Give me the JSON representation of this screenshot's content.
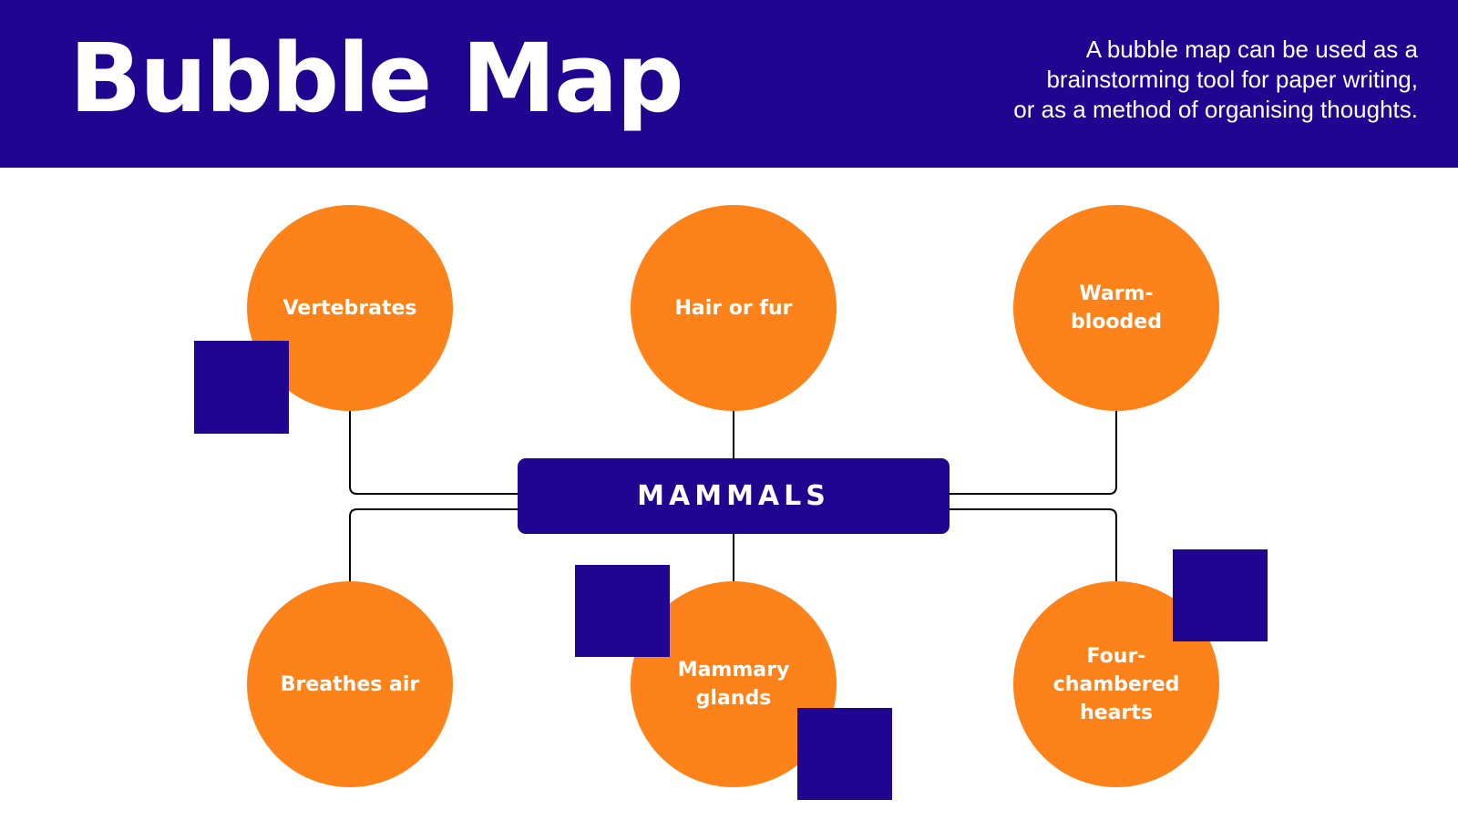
{
  "header": {
    "title": "Bubble Map",
    "description_lines": [
      "A bubble map can be used as a",
      "brainstorming tool for paper writing,",
      "or as a method of organising thoughts."
    ]
  },
  "center_node": {
    "label": "MAMMALS"
  },
  "bubbles": [
    {
      "label": "Vertebrates"
    },
    {
      "label": "Hair or fur"
    },
    {
      "label": "Warm-blooded"
    },
    {
      "label": "Breathes air"
    },
    {
      "label": "Mammary glands"
    },
    {
      "label": "Four-chambered hearts"
    }
  ],
  "colors": {
    "primary": "#1f058f",
    "accent": "#fd821a",
    "text_on_color": "#ffffff",
    "connector": "#000000",
    "background": "#ffffff"
  }
}
